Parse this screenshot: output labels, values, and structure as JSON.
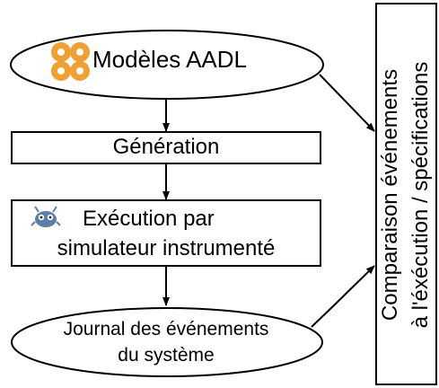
{
  "nodes": {
    "models": {
      "label": "Modèles AADL",
      "icon": "aadl-logo-icon"
    },
    "generation": {
      "label": "Génération"
    },
    "execution": {
      "line1": "Exécution par",
      "line2": "simulateur instrumenté",
      "icon": "bug-robot-icon"
    },
    "log": {
      "line1": "Journal des événements",
      "line2": "du système"
    },
    "comparison": {
      "line1": "Comparaison événements",
      "line2": "à l'éxécution / spécifications"
    }
  },
  "colors": {
    "stroke": "#000000",
    "aadl_logo": "#f0a030",
    "robot": "#5a7fa8"
  }
}
